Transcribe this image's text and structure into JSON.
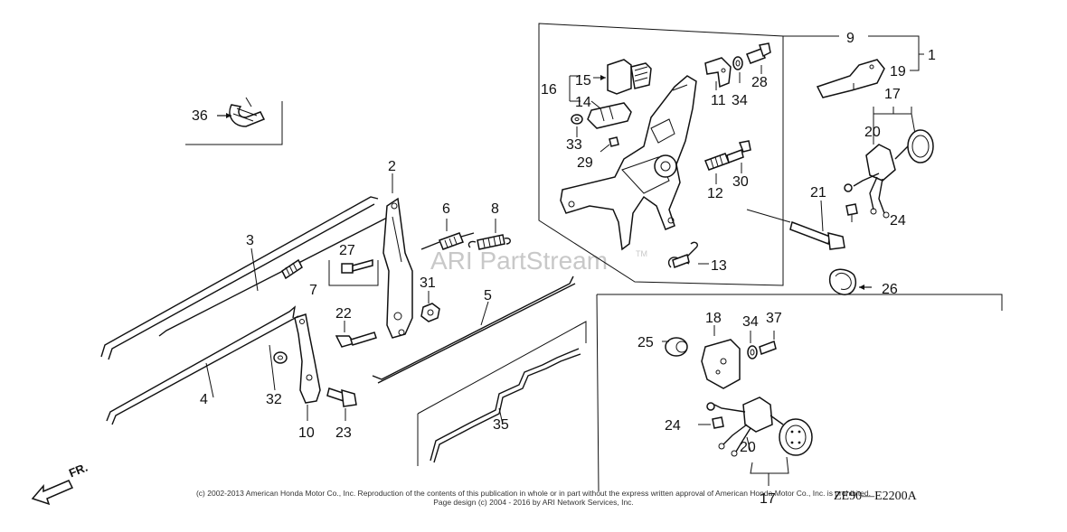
{
  "diagram": {
    "watermark": "ARI PartStream",
    "trademark": "TM",
    "callouts": [
      {
        "id": "36",
        "label": "36"
      },
      {
        "id": "2",
        "label": "2"
      },
      {
        "id": "3",
        "label": "3"
      },
      {
        "id": "27",
        "label": "27"
      },
      {
        "id": "7",
        "label": "7"
      },
      {
        "id": "6",
        "label": "6"
      },
      {
        "id": "8",
        "label": "8"
      },
      {
        "id": "31",
        "label": "31"
      },
      {
        "id": "22",
        "label": "22"
      },
      {
        "id": "5",
        "label": "5"
      },
      {
        "id": "4",
        "label": "4"
      },
      {
        "id": "32",
        "label": "32"
      },
      {
        "id": "10",
        "label": "10"
      },
      {
        "id": "23",
        "label": "23"
      },
      {
        "id": "35",
        "label": "35"
      },
      {
        "id": "15",
        "label": "15"
      },
      {
        "id": "16",
        "label": "16"
      },
      {
        "id": "14",
        "label": "14"
      },
      {
        "id": "33",
        "label": "33"
      },
      {
        "id": "29",
        "label": "29"
      },
      {
        "id": "11",
        "label": "11"
      },
      {
        "id": "34a",
        "label": "34"
      },
      {
        "id": "28",
        "label": "28"
      },
      {
        "id": "12",
        "label": "12"
      },
      {
        "id": "30",
        "label": "30"
      },
      {
        "id": "13",
        "label": "13"
      },
      {
        "id": "9",
        "label": "9"
      },
      {
        "id": "1",
        "label": "1"
      },
      {
        "id": "19",
        "label": "19"
      },
      {
        "id": "17a",
        "label": "17"
      },
      {
        "id": "20a",
        "label": "20"
      },
      {
        "id": "21",
        "label": "21"
      },
      {
        "id": "24a",
        "label": "24"
      },
      {
        "id": "26",
        "label": "26"
      },
      {
        "id": "25",
        "label": "25"
      },
      {
        "id": "18",
        "label": "18"
      },
      {
        "id": "34b",
        "label": "34"
      },
      {
        "id": "37",
        "label": "37"
      },
      {
        "id": "24b",
        "label": "24"
      },
      {
        "id": "20b",
        "label": "20"
      },
      {
        "id": "17b",
        "label": "17"
      }
    ]
  },
  "footer": {
    "copyright": "(c) 2002-2013 American Honda Motor Co., Inc. Reproduction of the contents of this publication in whole or in part without the express written approval of American Honda Motor Co., Inc. is prohibited.",
    "page_design": "Page design (c) 2004 - 2016 by ARI Network Services, Inc.",
    "diagram_code": "ZE90—E2200A",
    "direction_label": "FR."
  }
}
